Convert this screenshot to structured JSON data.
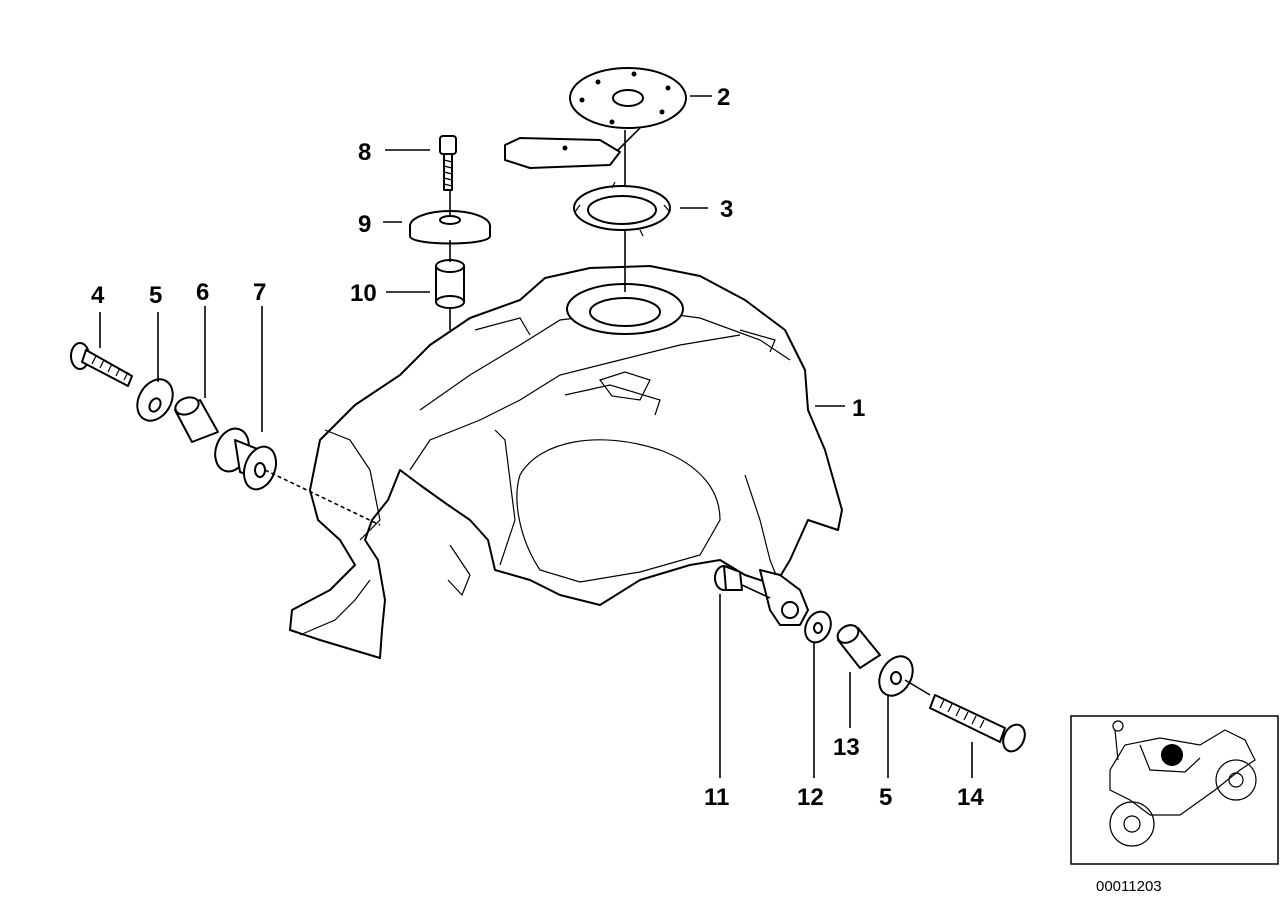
{
  "diagram": {
    "callouts": [
      {
        "id": "p1",
        "text": "1"
      },
      {
        "id": "p2",
        "text": "2"
      },
      {
        "id": "p3",
        "text": "3"
      },
      {
        "id": "p4",
        "text": "4"
      },
      {
        "id": "p5a",
        "text": "5"
      },
      {
        "id": "p6",
        "text": "6"
      },
      {
        "id": "p7",
        "text": "7"
      },
      {
        "id": "p8",
        "text": "8"
      },
      {
        "id": "p9",
        "text": "9"
      },
      {
        "id": "p10",
        "text": "10"
      },
      {
        "id": "p11",
        "text": "11"
      },
      {
        "id": "p12",
        "text": "12"
      },
      {
        "id": "p13",
        "text": "13"
      },
      {
        "id": "p5b",
        "text": "5"
      },
      {
        "id": "p14",
        "text": "14"
      }
    ],
    "drawing_number": "00011203"
  }
}
